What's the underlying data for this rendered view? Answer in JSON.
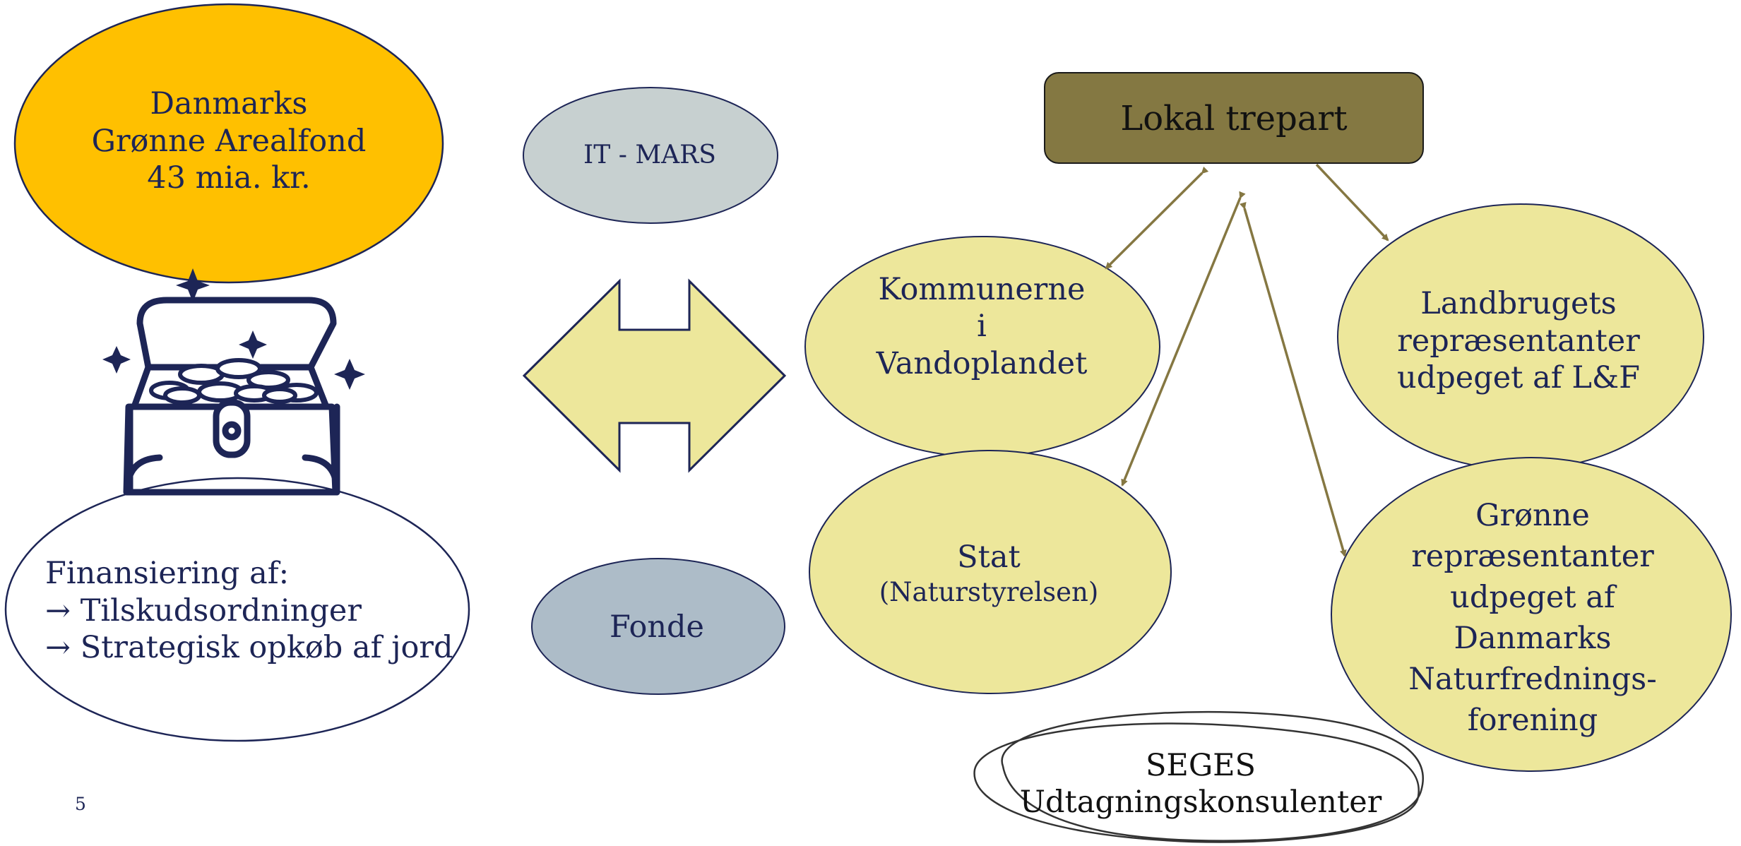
{
  "fund": {
    "line1": "Danmarks",
    "line2": "Grønne Arealfond",
    "line3": "43 mia. kr."
  },
  "it_mars": {
    "label": "IT - MARS"
  },
  "fonde": {
    "label": "Fonde"
  },
  "financing": {
    "heading": "Finansiering af:",
    "items": [
      "→ Tilskudsordninger",
      "→ Strategisk opkøb af jord"
    ]
  },
  "lokal_trepart": {
    "label": "Lokal trepart"
  },
  "kommunerne": {
    "line1": "Kommunerne",
    "line2": "i",
    "line3": "Vandoplandet"
  },
  "stat": {
    "line1": "Stat",
    "line2": "(Naturstyrelsen)"
  },
  "landbrugets": {
    "line1": "Landbrugets",
    "line2": "repræsentanter",
    "line3": "udpeget af L&F"
  },
  "gronne": {
    "line1": "Grønne",
    "line2": "repræsentanter",
    "line3": "udpeget af",
    "line4": "Danmarks",
    "line5": "Naturfrednings-",
    "line6": "forening"
  },
  "seges": {
    "line1": "SEGES",
    "line2": "Udtagningskonsulenter"
  },
  "slide_number": "5",
  "icons": {
    "treasure": "treasure-chest-icon",
    "sparkle": "sparkle-icon",
    "double_arrow": "double-arrow-icon"
  },
  "colors": {
    "fund": "#ffc000",
    "it_mars": "#c7d0d0",
    "fonde": "#adbcc8",
    "lokal_trepart": "#847842",
    "pale_yellow": "#ede79b",
    "connector": "#857742",
    "outline": "#1d2556"
  }
}
